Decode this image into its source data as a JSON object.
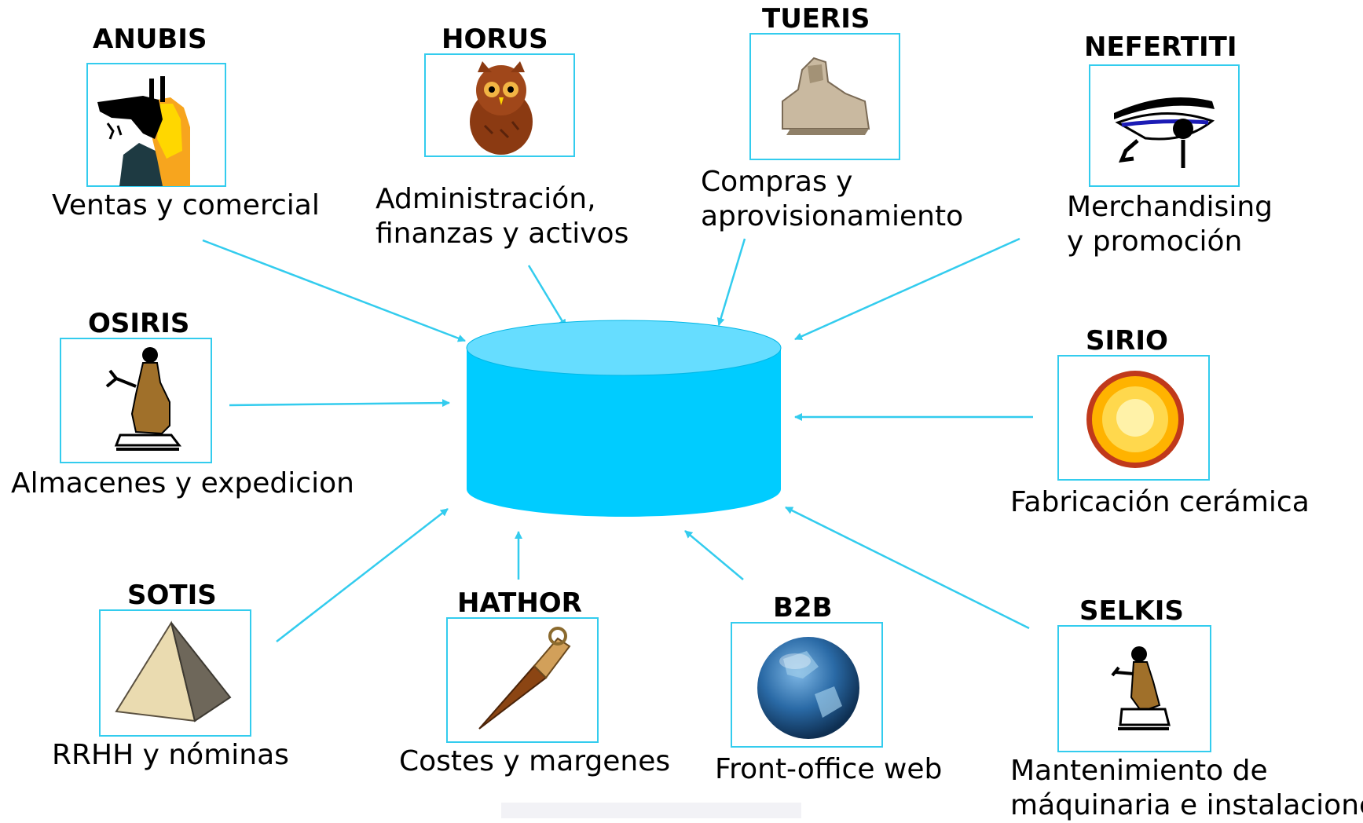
{
  "modules": {
    "anubis": {
      "name": "ANUBIS",
      "description": "Ventas y comercial",
      "icon": "anubis-head-icon"
    },
    "horus": {
      "name": "HORUS",
      "description": "Administración,\nfinanzas y activos",
      "icon": "owl-icon"
    },
    "tueris": {
      "name": "TUERIS",
      "description": "Compras y\naprovisionamiento",
      "icon": "sphinx-icon"
    },
    "nefertiti": {
      "name": "NEFERTITI",
      "description": "Merchandising\ny promoción",
      "icon": "eye-of-horus-icon"
    },
    "osiris": {
      "name": "OSIRIS",
      "description": "Almacenes y expedicion",
      "icon": "seated-figure-icon"
    },
    "sirio": {
      "name": "SIRIO",
      "description": "Fabricación cerámica",
      "icon": "sun-icon"
    },
    "sotis": {
      "name": "SOTIS",
      "description": "RRHH y nóminas",
      "icon": "pyramid-icon"
    },
    "hathor": {
      "name": "HATHOR",
      "description": "Costes y margenes",
      "icon": "scepter-icon"
    },
    "b2b": {
      "name": "B2B",
      "description": "Front-office web",
      "icon": "globe-icon"
    },
    "selkis": {
      "name": "SELKIS",
      "description": "Mantenimiento de\nmáquinaria e instalaciones",
      "icon": "kneeling-scribe-icon"
    }
  },
  "colors": {
    "connector": "#33ccee",
    "box_border": "#33ccee",
    "database_body": "#00ccff",
    "database_top": "#66ddff",
    "text": "#000000"
  }
}
